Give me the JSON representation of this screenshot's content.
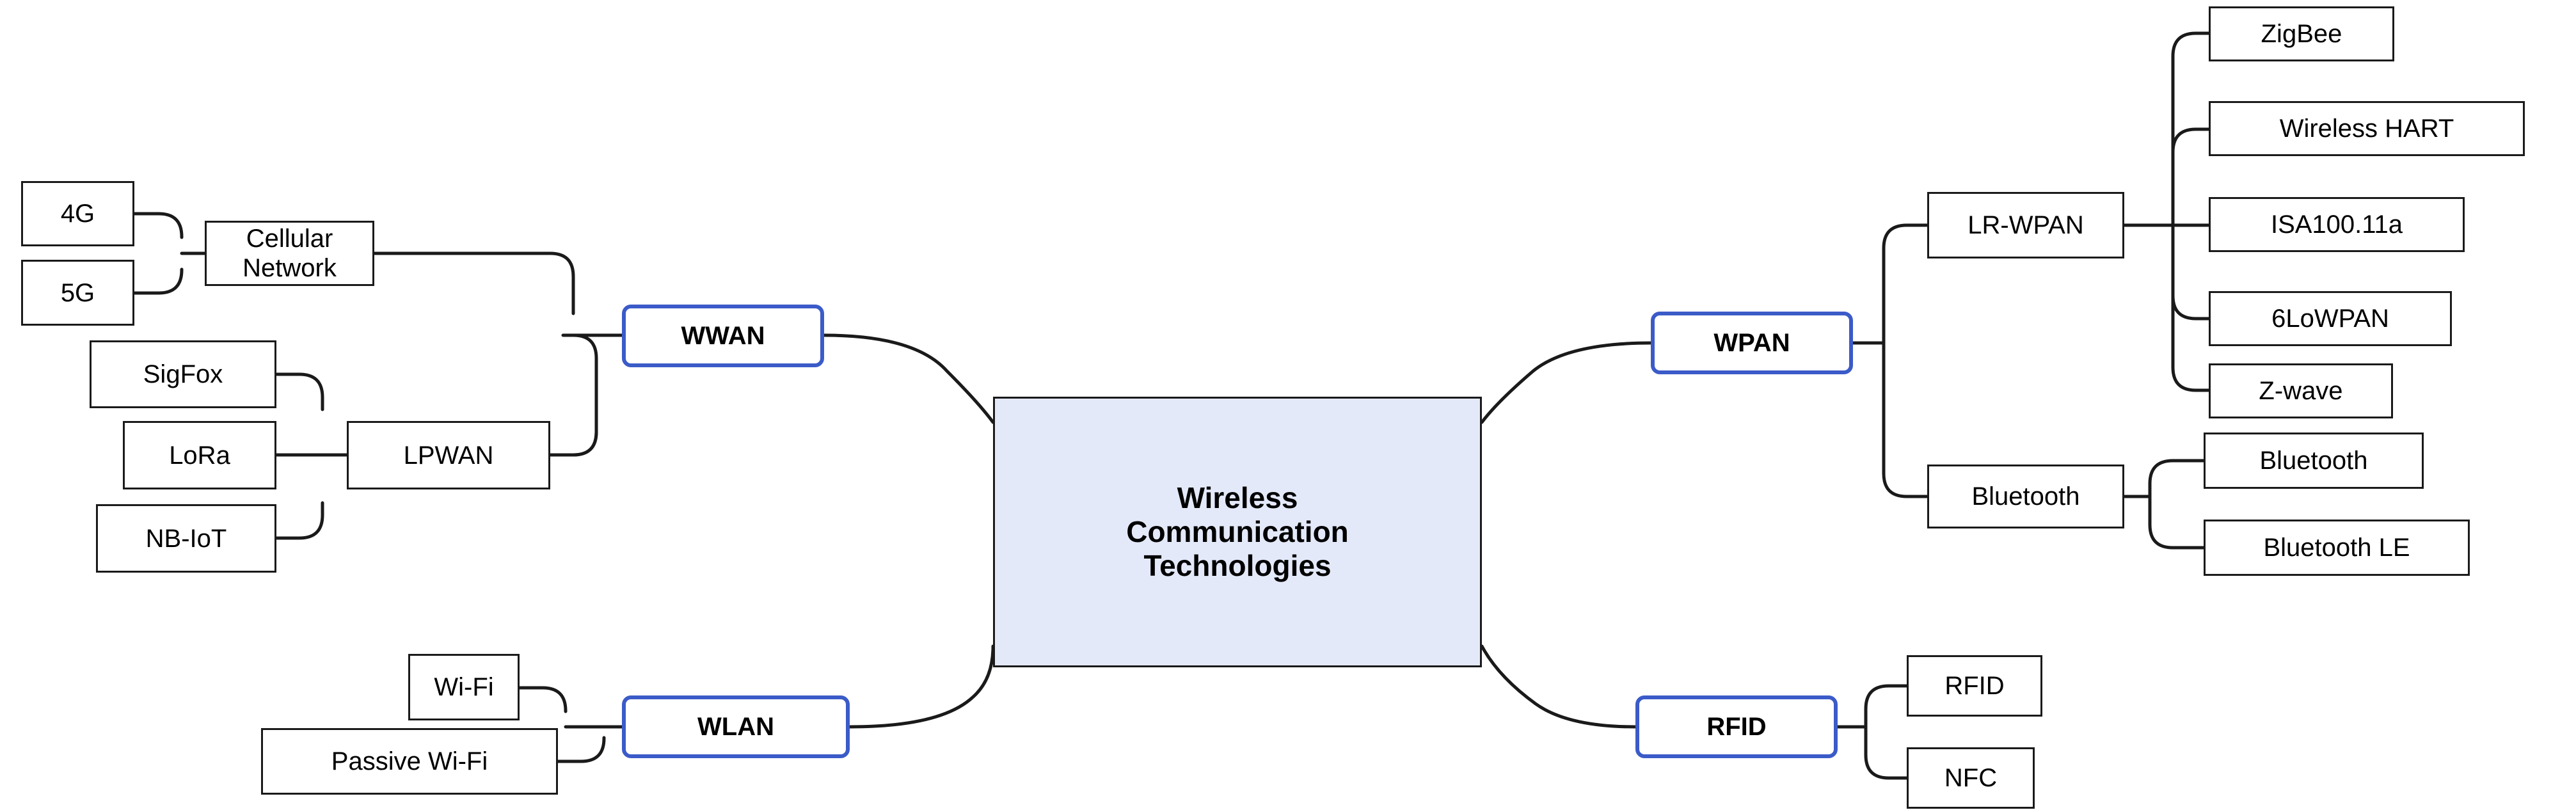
{
  "diagram": {
    "title": "Wireless Communication Technologies",
    "type": "mind-map",
    "colors": {
      "category_border": "#3B5BC8",
      "root_fill": "#E4E9F9",
      "node_border": "#1A1A1A",
      "background": "#FFFFFF",
      "text": "#000000"
    },
    "root": {
      "label": "Wireless\nCommunication\nTechnologies"
    },
    "root_lines": [
      "Wireless",
      "Communication",
      "Technologies"
    ],
    "categories": [
      {
        "id": "wwan",
        "label": "WWAN",
        "side": "left",
        "children": [
          {
            "id": "cellular-network",
            "label": "Cellular Network",
            "children": [
              {
                "label": "4G"
              },
              {
                "label": "5G"
              }
            ]
          },
          {
            "id": "lpwan",
            "label": "LPWAN",
            "children": [
              {
                "label": "SigFox"
              },
              {
                "label": "LoRa"
              },
              {
                "label": "NB-IoT"
              }
            ]
          }
        ]
      },
      {
        "id": "wlan",
        "label": "WLAN",
        "side": "left",
        "children": [
          {
            "id": "wifi",
            "label": "Wi-Fi",
            "children": []
          },
          {
            "id": "passive-wifi",
            "label": "Passive Wi-Fi",
            "children": []
          }
        ]
      },
      {
        "id": "wpan",
        "label": "WPAN",
        "side": "right",
        "children": [
          {
            "id": "lr-wpan",
            "label": "LR-WPAN",
            "children": [
              {
                "label": "ZigBee"
              },
              {
                "label": "Wireless HART"
              },
              {
                "label": "ISA100.11a"
              },
              {
                "label": "6LoWPAN"
              },
              {
                "label": "Z-wave"
              }
            ]
          },
          {
            "id": "bluetooth",
            "label": "Bluetooth",
            "children": [
              {
                "label": "Bluetooth"
              },
              {
                "label": "Bluetooth LE"
              }
            ]
          }
        ]
      },
      {
        "id": "rfid",
        "label": "RFID",
        "side": "right",
        "children": [
          {
            "id": "rfid-leaf",
            "label": "RFID",
            "children": []
          },
          {
            "id": "nfc-leaf",
            "label": "NFC",
            "children": []
          }
        ]
      }
    ],
    "nodes": {
      "n_4g": {
        "label": "4G"
      },
      "n_5g": {
        "label": "5G"
      },
      "n_cellular": {
        "label": "Cellular Network"
      },
      "n_sigfox": {
        "label": "SigFox"
      },
      "n_lora": {
        "label": "LoRa"
      },
      "n_nbiot": {
        "label": "NB-IoT"
      },
      "n_lpwan": {
        "label": "LPWAN"
      },
      "n_wwan": {
        "label": "WWAN"
      },
      "n_wifi": {
        "label": "Wi-Fi"
      },
      "n_passive_wifi": {
        "label": "Passive Wi-Fi"
      },
      "n_wlan": {
        "label": "WLAN"
      },
      "n_wpan": {
        "label": "WPAN"
      },
      "n_lrwpan": {
        "label": "LR-WPAN"
      },
      "n_zigbee": {
        "label": "ZigBee"
      },
      "n_whart": {
        "label": "Wireless HART"
      },
      "n_isa": {
        "label": "ISA100.11a"
      },
      "n_6lowpan": {
        "label": "6LoWPAN"
      },
      "n_zwave": {
        "label": "Z-wave"
      },
      "n_bt_mid": {
        "label": "Bluetooth"
      },
      "n_bt": {
        "label": "Bluetooth"
      },
      "n_btle": {
        "label": "Bluetooth LE"
      },
      "n_rfid": {
        "label": "RFID"
      },
      "n_rfid_leaf": {
        "label": "RFID"
      },
      "n_nfc": {
        "label": "NFC"
      }
    }
  }
}
